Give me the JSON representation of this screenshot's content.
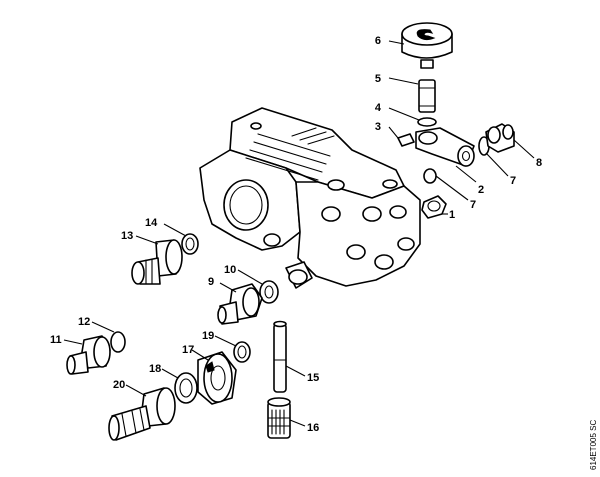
{
  "diagram": {
    "doc_number": "614ET005 SC",
    "callouts": [
      {
        "id": "c1",
        "label": "1"
      },
      {
        "id": "c2",
        "label": "2"
      },
      {
        "id": "c3",
        "label": "3"
      },
      {
        "id": "c4",
        "label": "4"
      },
      {
        "id": "c5",
        "label": "5"
      },
      {
        "id": "c6",
        "label": "6"
      },
      {
        "id": "c7a",
        "label": "7"
      },
      {
        "id": "c7b",
        "label": "7"
      },
      {
        "id": "c8",
        "label": "8"
      },
      {
        "id": "c9",
        "label": "9"
      },
      {
        "id": "c10",
        "label": "10"
      },
      {
        "id": "c11",
        "label": "11"
      },
      {
        "id": "c12",
        "label": "12"
      },
      {
        "id": "c13",
        "label": "13"
      },
      {
        "id": "c14",
        "label": "14"
      },
      {
        "id": "c15",
        "label": "15"
      },
      {
        "id": "c16",
        "label": "16"
      },
      {
        "id": "c17",
        "label": "17"
      },
      {
        "id": "c18",
        "label": "18"
      },
      {
        "id": "c19",
        "label": "19"
      },
      {
        "id": "c20",
        "label": "20"
      }
    ]
  }
}
